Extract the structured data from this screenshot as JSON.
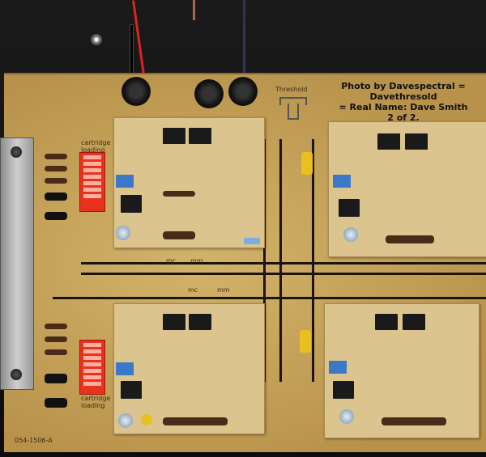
{
  "photo": {
    "caption_lines": [
      "Photo by Davespectral = Davethresold",
      "= Real Name: Dave Smith",
      "2 of 2."
    ],
    "logo_text": "Threshold",
    "silkscreen": {
      "cartridge_loading_top": "cartridge loading",
      "cartridge_loading_bottom": "cartridge loading",
      "mc_top": "mc",
      "mm_top": "mm",
      "mc_bottom": "mc",
      "mm_bottom": "mm",
      "part_number": "054-1506-A"
    },
    "colors": {
      "pcb": "#c9a65a",
      "module": "#dcc48e",
      "dip_switch": "#e8321e",
      "trace": "#1b1408"
    }
  }
}
